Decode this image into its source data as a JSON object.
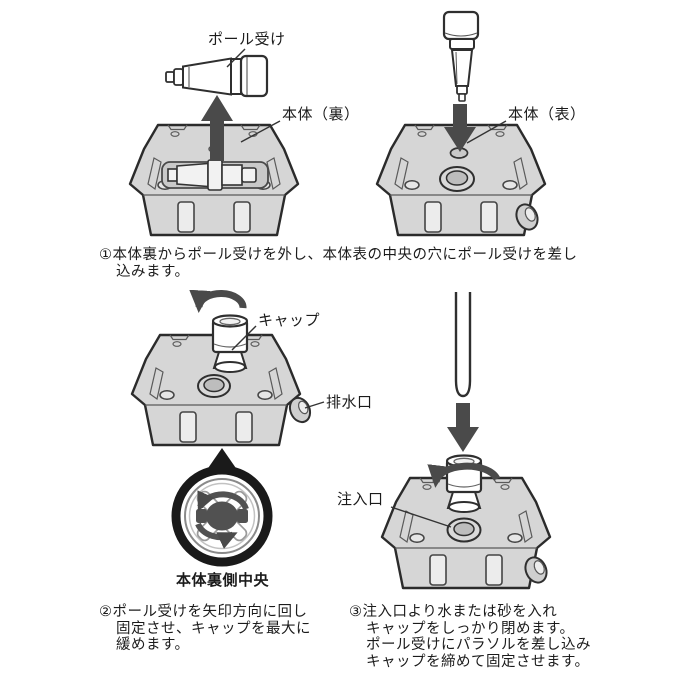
{
  "document": {
    "type": "assembly-instructions",
    "language": "ja"
  },
  "colors": {
    "background": "#ffffff",
    "base_fill": "#d6d6d6",
    "part_fill": "#ffffff",
    "outline": "#2b2b2b",
    "arrow": "#4a4a4a",
    "detail_ring": "#1a1a1a",
    "text": "#1b1b1b"
  },
  "labels": {
    "pole_receiver": "ポール受け",
    "body_back": "本体（裏）",
    "body_front": "本体（表）",
    "cap": "キャップ",
    "drain_port": "排水口",
    "injection_port": "注入口",
    "body_back_center": "本体裏側中央"
  },
  "steps": [
    {
      "number": "①",
      "lines": [
        "①本体裏からポール受けを外し、本体表の中央の穴にポール受けを差し",
        "込みます。"
      ]
    },
    {
      "number": "②",
      "lines": [
        "②ポール受けを矢印方向に回し",
        "固定させ、キャップを最大に",
        "緩めます。"
      ]
    },
    {
      "number": "③",
      "lines": [
        "③注入口より水または砂を入れ",
        "キャップをしっかり閉めます。",
        "ポール受けにパラソルを差し込み",
        "キャップを締めて固定させます。"
      ]
    }
  ]
}
